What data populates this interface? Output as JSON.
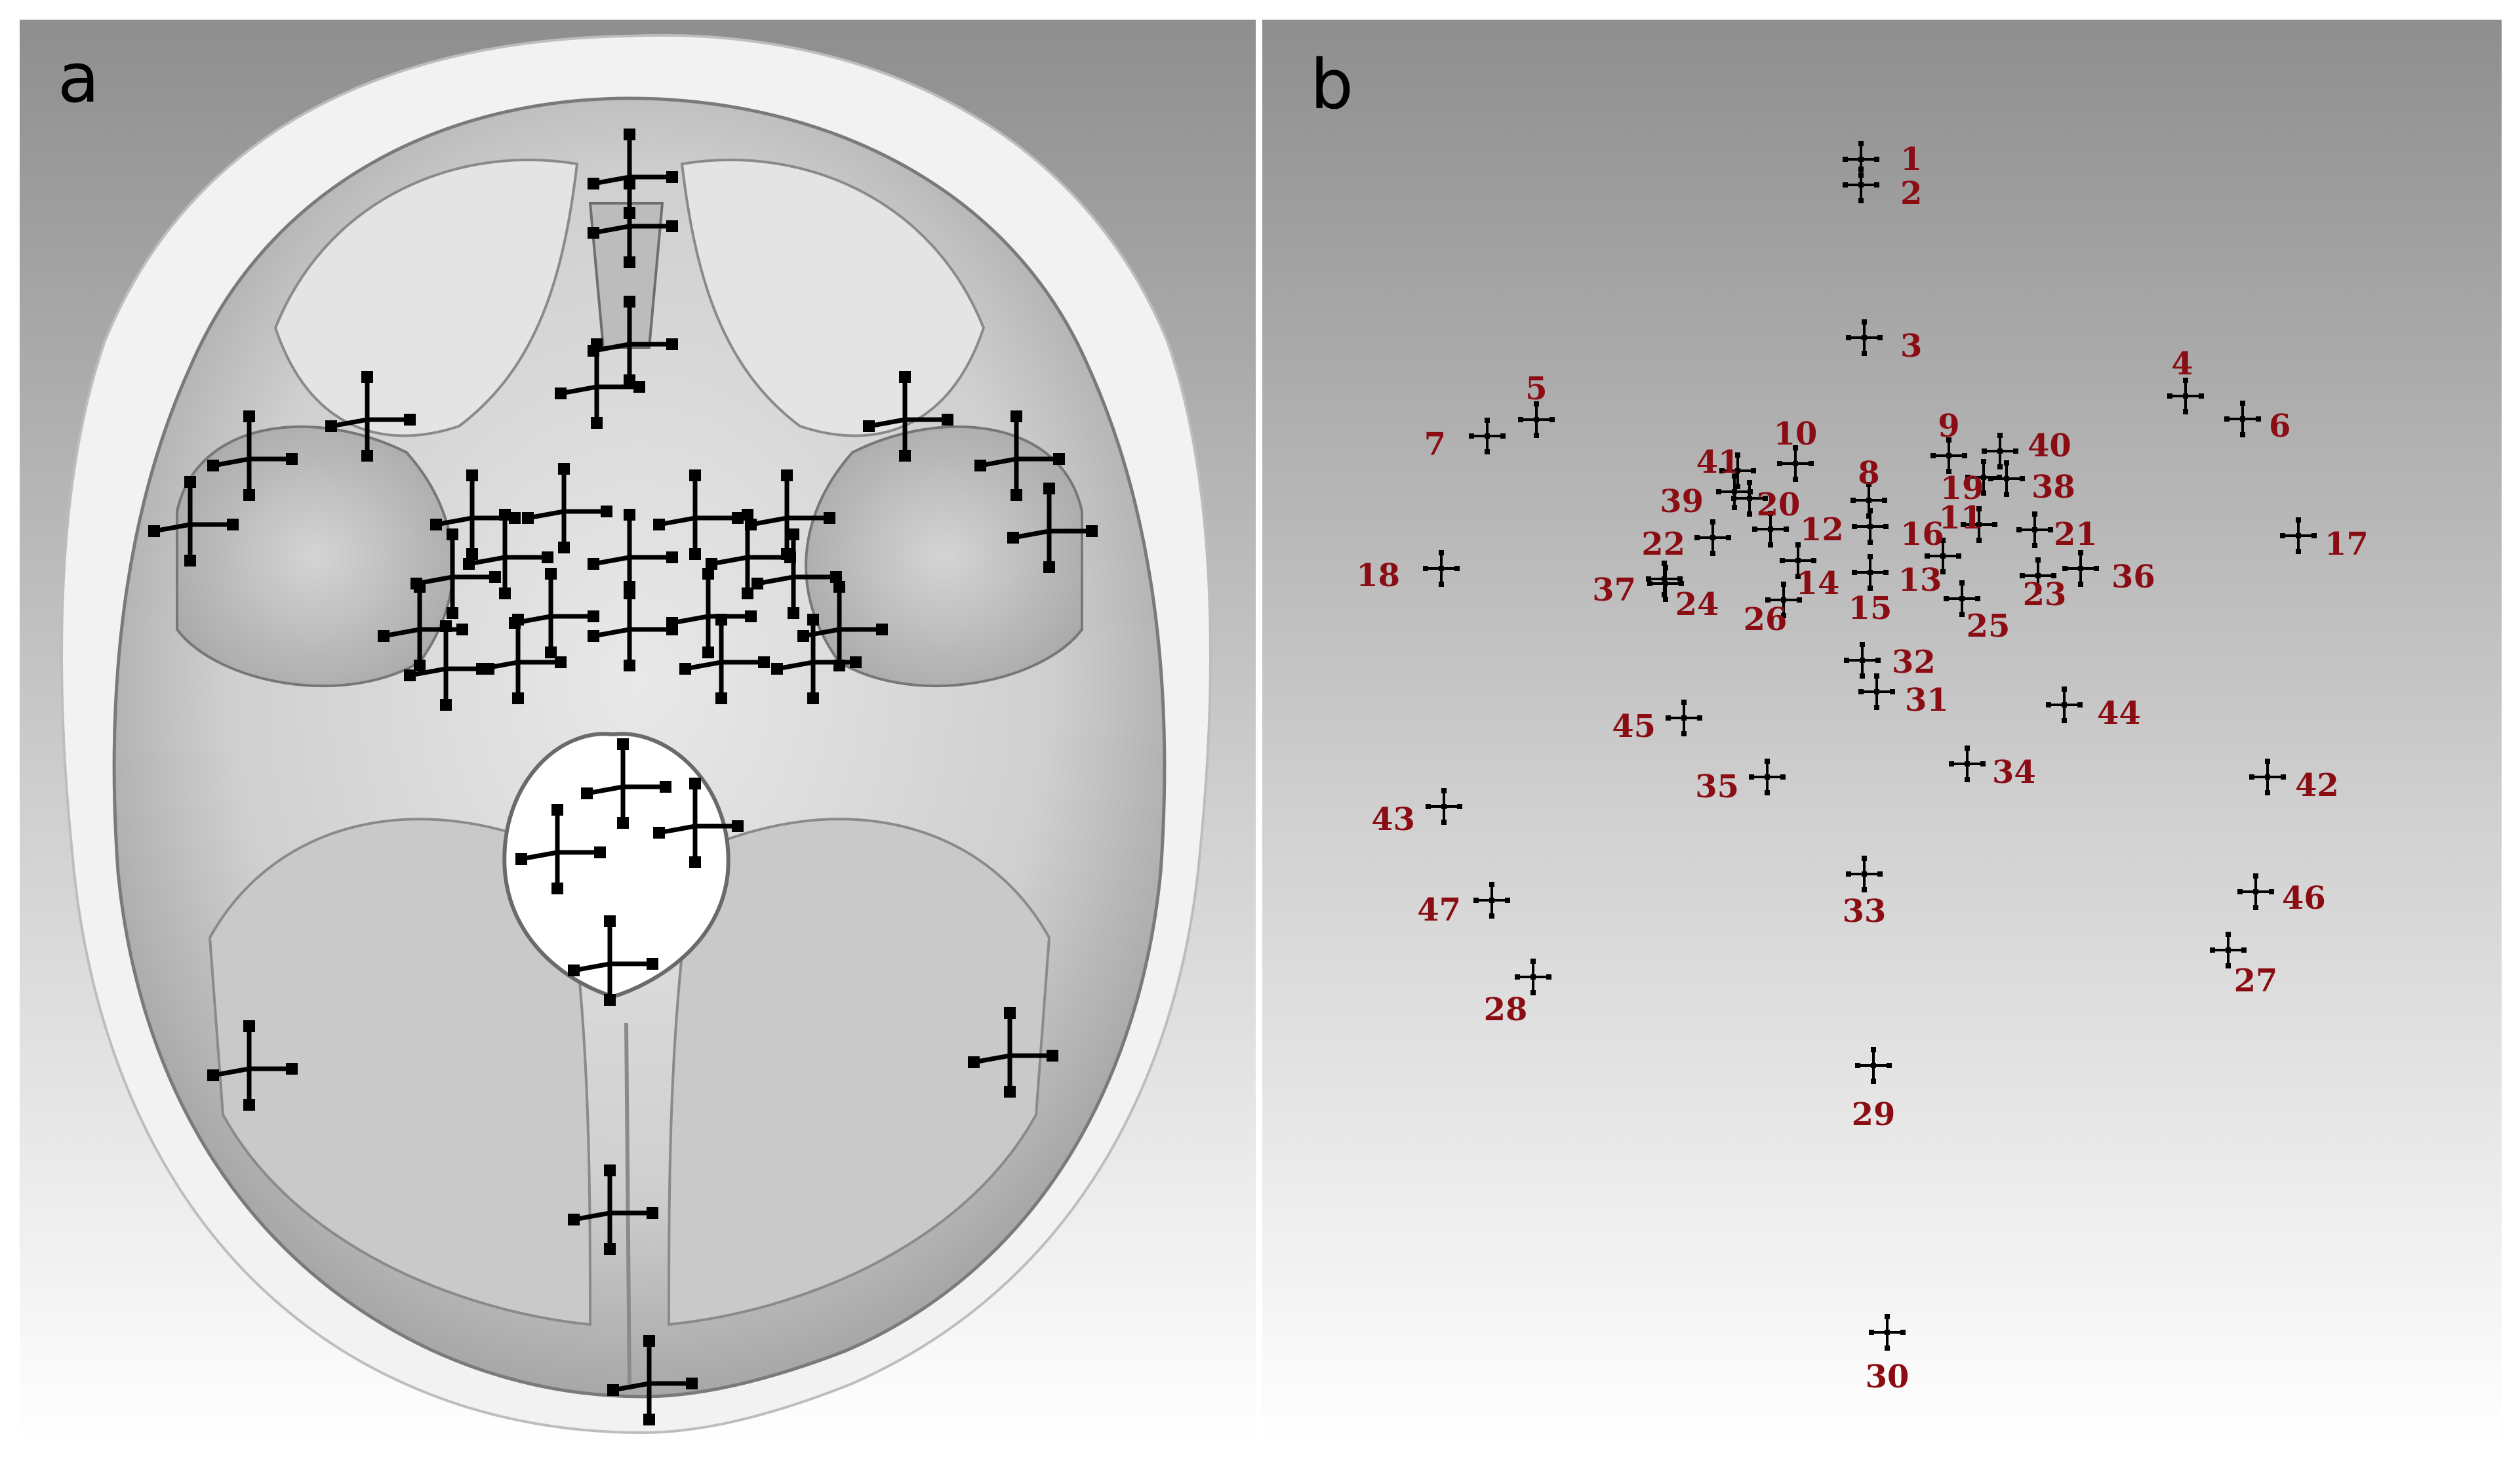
{
  "panels": [
    {
      "id": "a",
      "letter": "a"
    },
    {
      "id": "b",
      "letter": "b"
    }
  ],
  "landmarks": [
    {
      "id": "1",
      "label": "1"
    },
    {
      "id": "2",
      "label": "2"
    },
    {
      "id": "3",
      "label": "3"
    },
    {
      "id": "4",
      "label": "4"
    },
    {
      "id": "5",
      "label": "5"
    },
    {
      "id": "6",
      "label": "6"
    },
    {
      "id": "7",
      "label": "7"
    },
    {
      "id": "8",
      "label": "8"
    },
    {
      "id": "9",
      "label": "9"
    },
    {
      "id": "10",
      "label": "10"
    },
    {
      "id": "11",
      "label": "11"
    },
    {
      "id": "12",
      "label": "12"
    },
    {
      "id": "13",
      "label": "13"
    },
    {
      "id": "14",
      "label": "14"
    },
    {
      "id": "15",
      "label": "15"
    },
    {
      "id": "16",
      "label": "16"
    },
    {
      "id": "17",
      "label": "17"
    },
    {
      "id": "18",
      "label": "18"
    },
    {
      "id": "19",
      "label": "19"
    },
    {
      "id": "20",
      "label": "20"
    },
    {
      "id": "21",
      "label": "21"
    },
    {
      "id": "22",
      "label": "22"
    },
    {
      "id": "23",
      "label": "23"
    },
    {
      "id": "24",
      "label": "24"
    },
    {
      "id": "25",
      "label": "25"
    },
    {
      "id": "26",
      "label": "26"
    },
    {
      "id": "27",
      "label": "27"
    },
    {
      "id": "28",
      "label": "28"
    },
    {
      "id": "29",
      "label": "29"
    },
    {
      "id": "30",
      "label": "30"
    },
    {
      "id": "31",
      "label": "31"
    },
    {
      "id": "32",
      "label": "32"
    },
    {
      "id": "33",
      "label": "33"
    },
    {
      "id": "34",
      "label": "34"
    },
    {
      "id": "35",
      "label": "35"
    },
    {
      "id": "36",
      "label": "36"
    },
    {
      "id": "37",
      "label": "37"
    },
    {
      "id": "38",
      "label": "38"
    },
    {
      "id": "39",
      "label": "39"
    },
    {
      "id": "40",
      "label": "40"
    },
    {
      "id": "41",
      "label": "41"
    },
    {
      "id": "42",
      "label": "42"
    },
    {
      "id": "43",
      "label": "43"
    },
    {
      "id": "44",
      "label": "44"
    },
    {
      "id": "45",
      "label": "45"
    },
    {
      "id": "46",
      "label": "46"
    },
    {
      "id": "47",
      "label": "47"
    }
  ],
  "colors": {
    "label": "#8b0d14",
    "marker": "#000000",
    "bone": "#d9d9d9",
    "background_top": "#909090",
    "background_bottom": "#ffffff"
  }
}
